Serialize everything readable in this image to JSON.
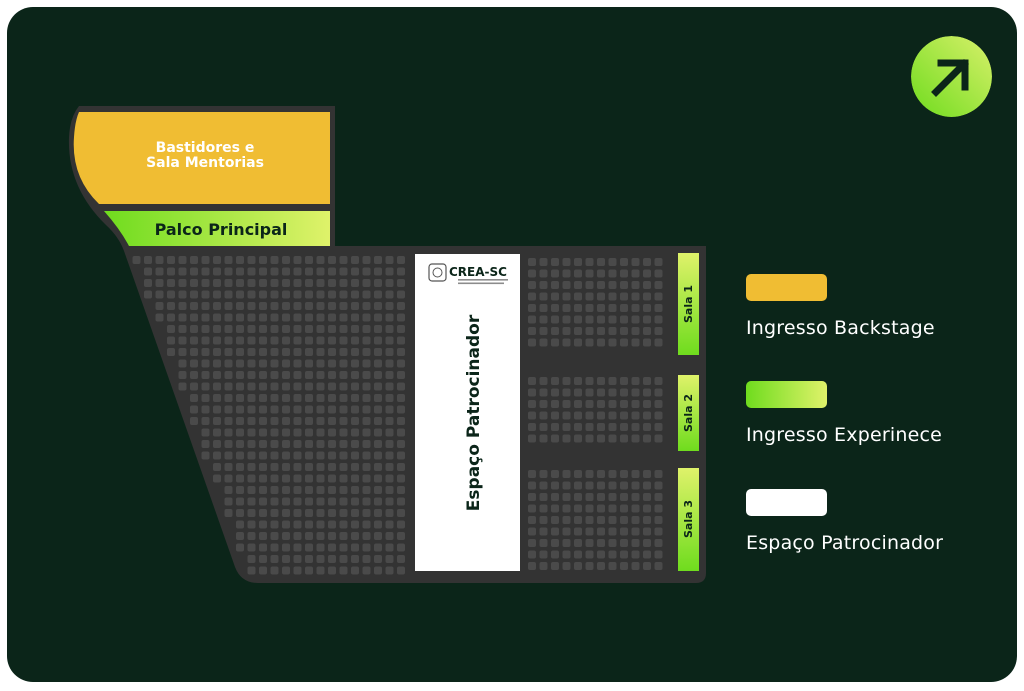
{
  "map": {
    "zones": {
      "backstage": {
        "label_line1": "Bastidores e",
        "label_line2": "Sala Mentorias"
      },
      "main_stage": {
        "label": "Palco Principal"
      },
      "sponsor": {
        "label": "Espaço Patrocinador",
        "logo_text": "CREA-SC"
      },
      "rooms": [
        {
          "label": "Sala 1"
        },
        {
          "label": "Sala 2"
        },
        {
          "label": "Sala 3"
        }
      ]
    }
  },
  "legend": {
    "items": [
      {
        "label": "Ingresso Backstage",
        "color": "#f0bd33"
      },
      {
        "label": "Ingresso Experinece",
        "color": "#8fe22a"
      },
      {
        "label": "Espaço Patrocinador",
        "color": "#ffffff"
      }
    ]
  },
  "colors": {
    "background": "#0b2519",
    "floor": "#333333",
    "seat": "#4a4a4a",
    "backstage": "#f0bd33",
    "experience_start": "#6fdc1e",
    "experience_end": "#dff26a",
    "accent": "#a5f03a"
  },
  "icons": {
    "corner_button": "arrow-up-right-icon"
  }
}
